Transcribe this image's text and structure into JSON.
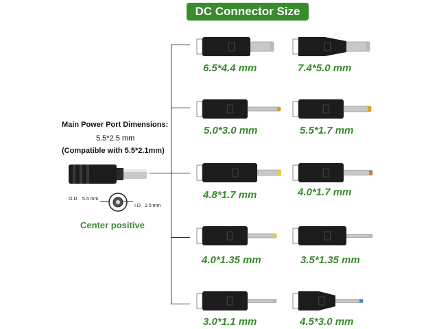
{
  "title": "DC Connector Size",
  "main_port": {
    "heading": "Main Power Port Dimensions:",
    "size": "5.5*2.5 mm",
    "compat": "(Compatible with 5.5*2.1mm)",
    "od_label": "O.D.",
    "od_value": "5.5 mm",
    "id_label": "I.D.",
    "id_value": "2.5 mm",
    "polarity": "Center positive"
  },
  "connectors": [
    {
      "label": "6.5*4.4 mm",
      "tip_color": "#b8b8b8"
    },
    {
      "label": "7.4*5.0 mm",
      "tip_color": "#b8b8b8"
    },
    {
      "label": "5.0*3.0 mm",
      "tip_color": "#e0a020"
    },
    {
      "label": "5.5*1.7 mm",
      "tip_color": "#e0a020"
    },
    {
      "label": "4.8*1.7 mm",
      "tip_color": "#e8d020"
    },
    {
      "label": "4.0*1.7 mm",
      "tip_color": "#d08030"
    },
    {
      "label": "4.0*1.35 mm",
      "tip_color": "#e8d020"
    },
    {
      "label": "3.5*1.35 mm",
      "tip_color": "#b8b8b8"
    },
    {
      "label": "3.0*1.1 mm",
      "tip_color": "#b8b8b8"
    },
    {
      "label": "4.5*3.0 mm",
      "tip_color": "#3a8ad0"
    }
  ],
  "colors": {
    "accent": "#3a8a2e"
  }
}
